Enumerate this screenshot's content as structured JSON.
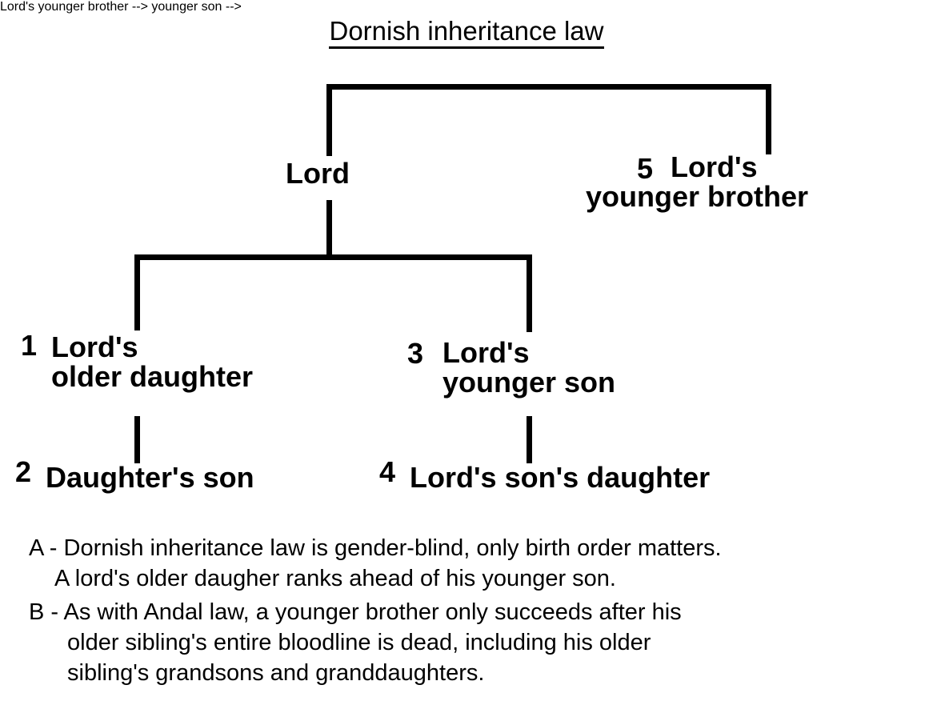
{
  "title": "Dornish inheritance law",
  "tree": {
    "root": {
      "label": "Lord"
    },
    "brother": {
      "rank": "5",
      "line1": "Lord's",
      "line2": "younger brother"
    },
    "older_daughter": {
      "rank": "1",
      "line1": "Lord's",
      "line2": "older daughter"
    },
    "younger_son": {
      "rank": "3",
      "line1": "Lord's",
      "line2": "younger son"
    },
    "daughters_son": {
      "rank": "2",
      "label": "Daughter's son"
    },
    "sons_daughter": {
      "rank": "4",
      "label": "Lord's son's daughter"
    }
  },
  "notes": {
    "a_line1": "A - Dornish inheritance law is gender-blind, only birth order matters.",
    "a_line2": "A lord's older daugher ranks ahead of his younger son.",
    "b_line1": "B - As with Andal law, a younger brother only succeeds after his",
    "b_line2": "older sibling's entire bloodline is dead, including his older",
    "b_line3": "sibling's grandsons and granddaughters."
  },
  "colors": {
    "background": "#ffffff",
    "ink": "#000000"
  }
}
